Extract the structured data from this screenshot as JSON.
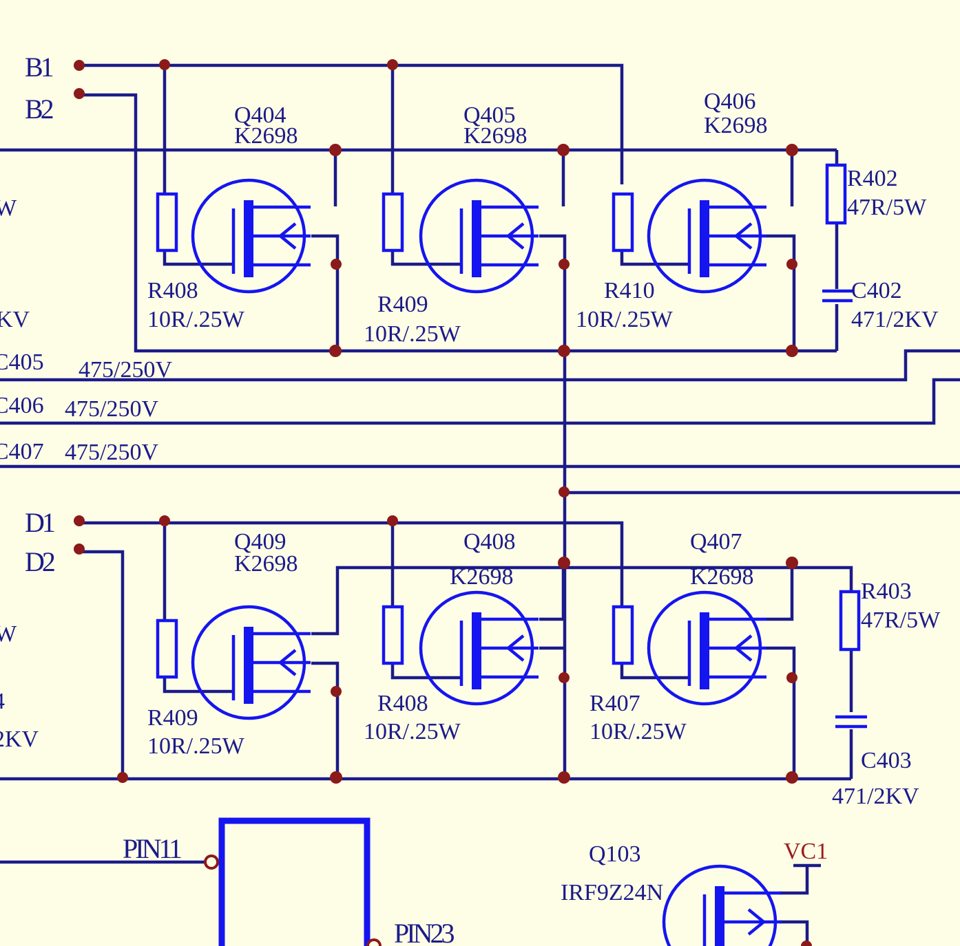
{
  "colors": {
    "background": "#FEFDE6",
    "wire": "#1b1b8a",
    "component": "#1515f0",
    "junction": "#8b1a1a",
    "text": "#1b1b8a",
    "power": "#9b1c1c"
  },
  "nets": {
    "b1": "B1",
    "b2": "B2",
    "d1": "D1",
    "d2": "D2",
    "pin11": "PIN11",
    "pin23": "PIN23",
    "vc1": "VC1"
  },
  "left_clipped": {
    "w1": "W",
    "kv1": "KV",
    "w2": "W",
    "n4": "4",
    "kv2": "2KV"
  },
  "caps": [
    {
      "name": "C405",
      "value": "475/250V"
    },
    {
      "name": "C406",
      "value": "475/250V"
    },
    {
      "name": "C407",
      "value": "475/250V"
    }
  ],
  "top_row": {
    "transistors": [
      {
        "name": "Q404",
        "part": "K2698"
      },
      {
        "name": "Q405",
        "part": "K2698"
      },
      {
        "name": "Q406",
        "part": "K2698"
      }
    ],
    "resistors": [
      {
        "name": "R408",
        "value": "10R/.25W"
      },
      {
        "name": "R409",
        "value": "10R/.25W"
      },
      {
        "name": "R410",
        "value": "10R/.25W"
      }
    ],
    "snubber_r": {
      "name": "R402",
      "value": "47R/5W"
    },
    "snubber_c": {
      "name": "C402",
      "value": "471/2KV"
    }
  },
  "bottom_row": {
    "transistors": [
      {
        "name": "Q409",
        "part": "K2698"
      },
      {
        "name": "Q408",
        "part": "K2698"
      },
      {
        "name": "Q407",
        "part": "K2698"
      }
    ],
    "resistors": [
      {
        "name": "R409",
        "value": "10R/.25W"
      },
      {
        "name": "R408",
        "value": "10R/.25W"
      },
      {
        "name": "R407",
        "value": "10R/.25W"
      }
    ],
    "snubber_r": {
      "name": "R403",
      "value": "47R/5W"
    },
    "snubber_c": {
      "name": "C403",
      "value": "471/2KV"
    }
  },
  "q103": {
    "name": "Q103",
    "part": "IRF9Z24N"
  }
}
